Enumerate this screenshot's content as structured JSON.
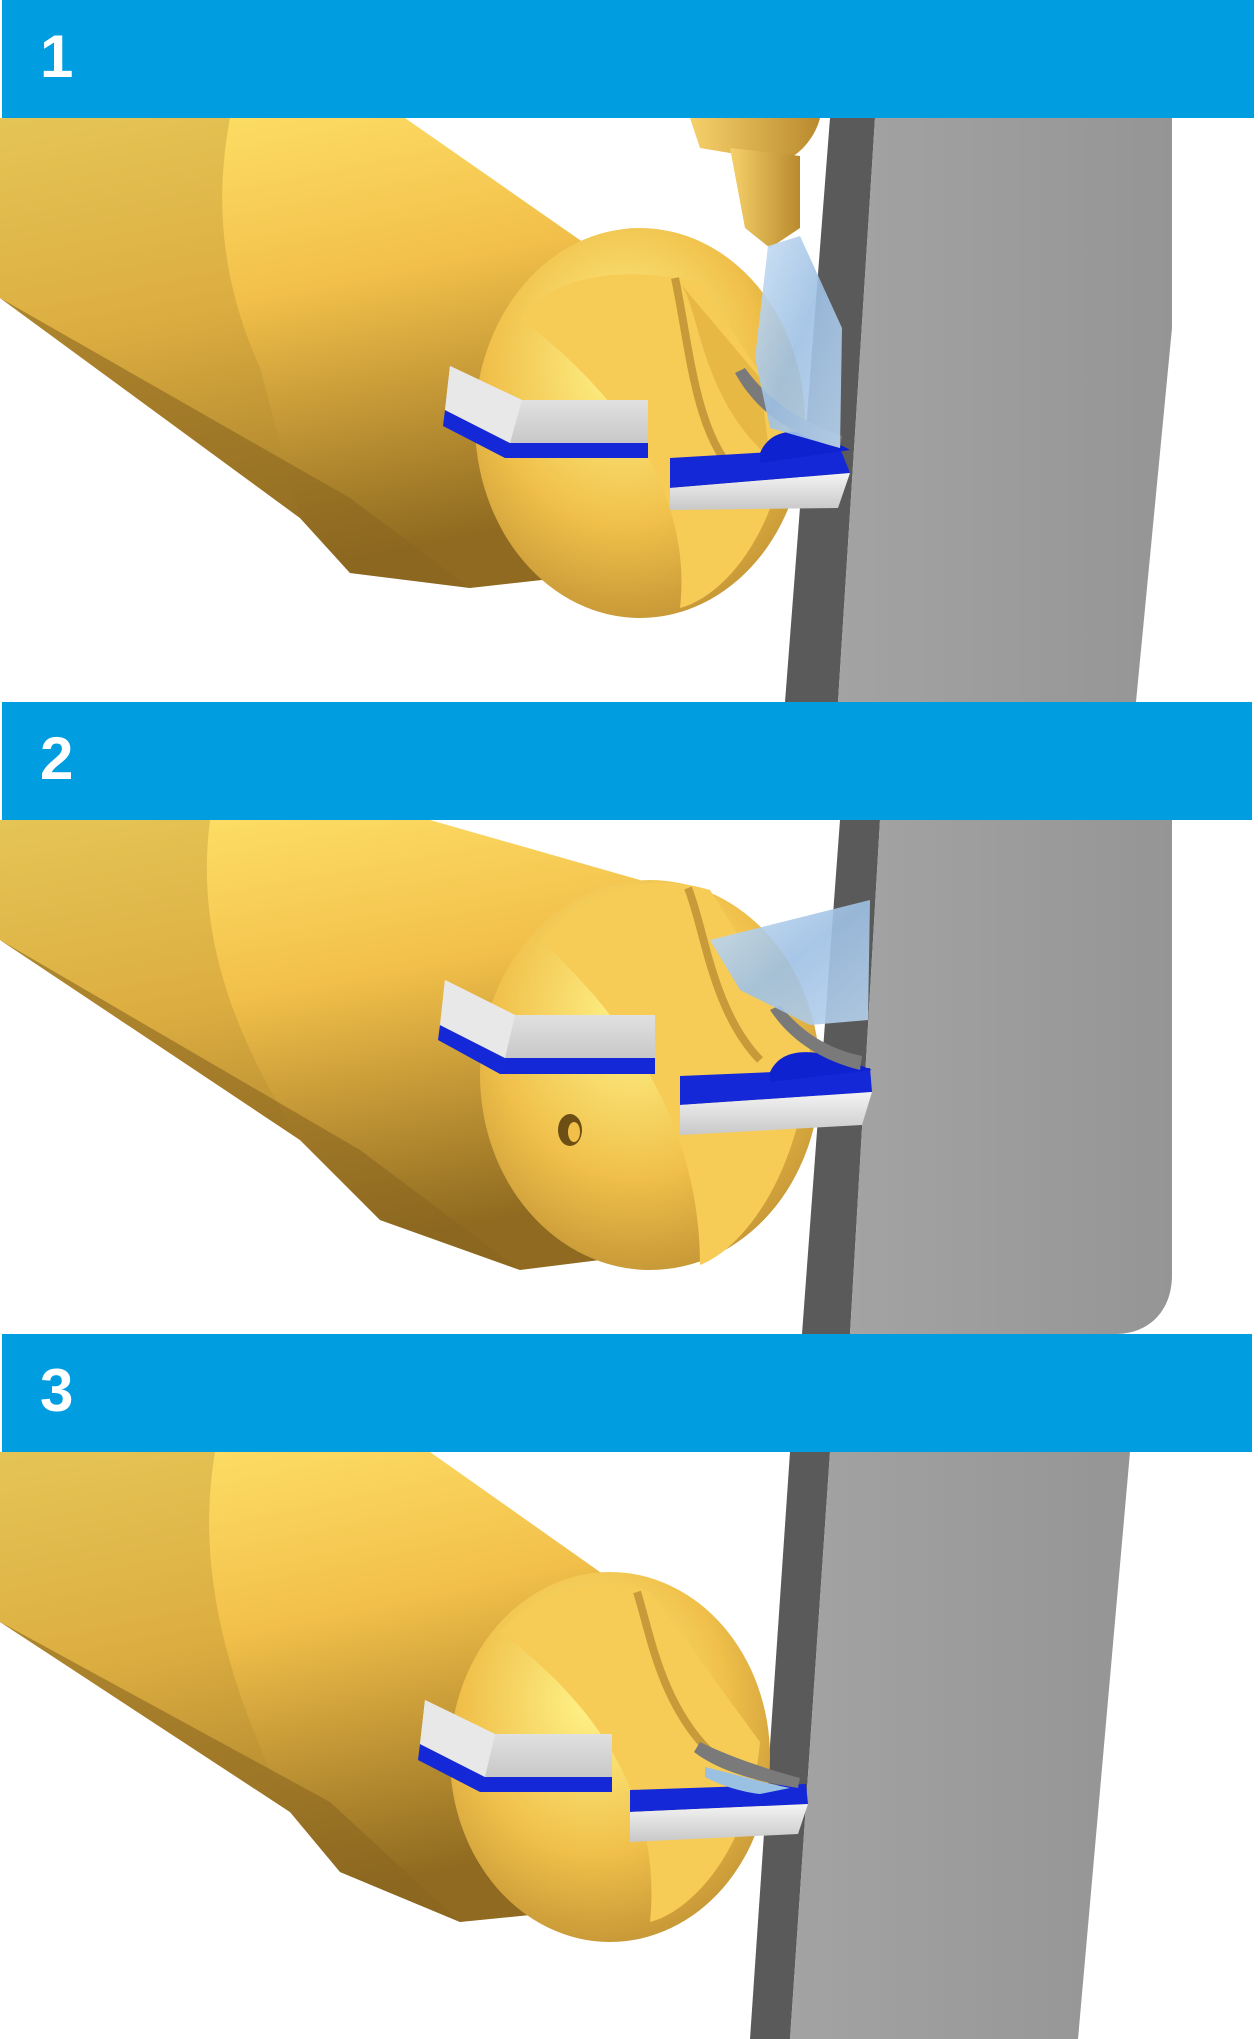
{
  "steps": [
    {
      "label": "1"
    },
    {
      "label": "2"
    },
    {
      "label": "3"
    }
  ],
  "colors": {
    "banner": "#009ee0",
    "tool_body": "#f2c04a",
    "tool_shadow": "#9a7424",
    "insert_face": "#d6d6d6",
    "insert_edge": "#1428d8",
    "coolant": "#a8c8e8",
    "workpiece": "#9b9b9b",
    "workpiece_edge": "#5a5a5a"
  }
}
